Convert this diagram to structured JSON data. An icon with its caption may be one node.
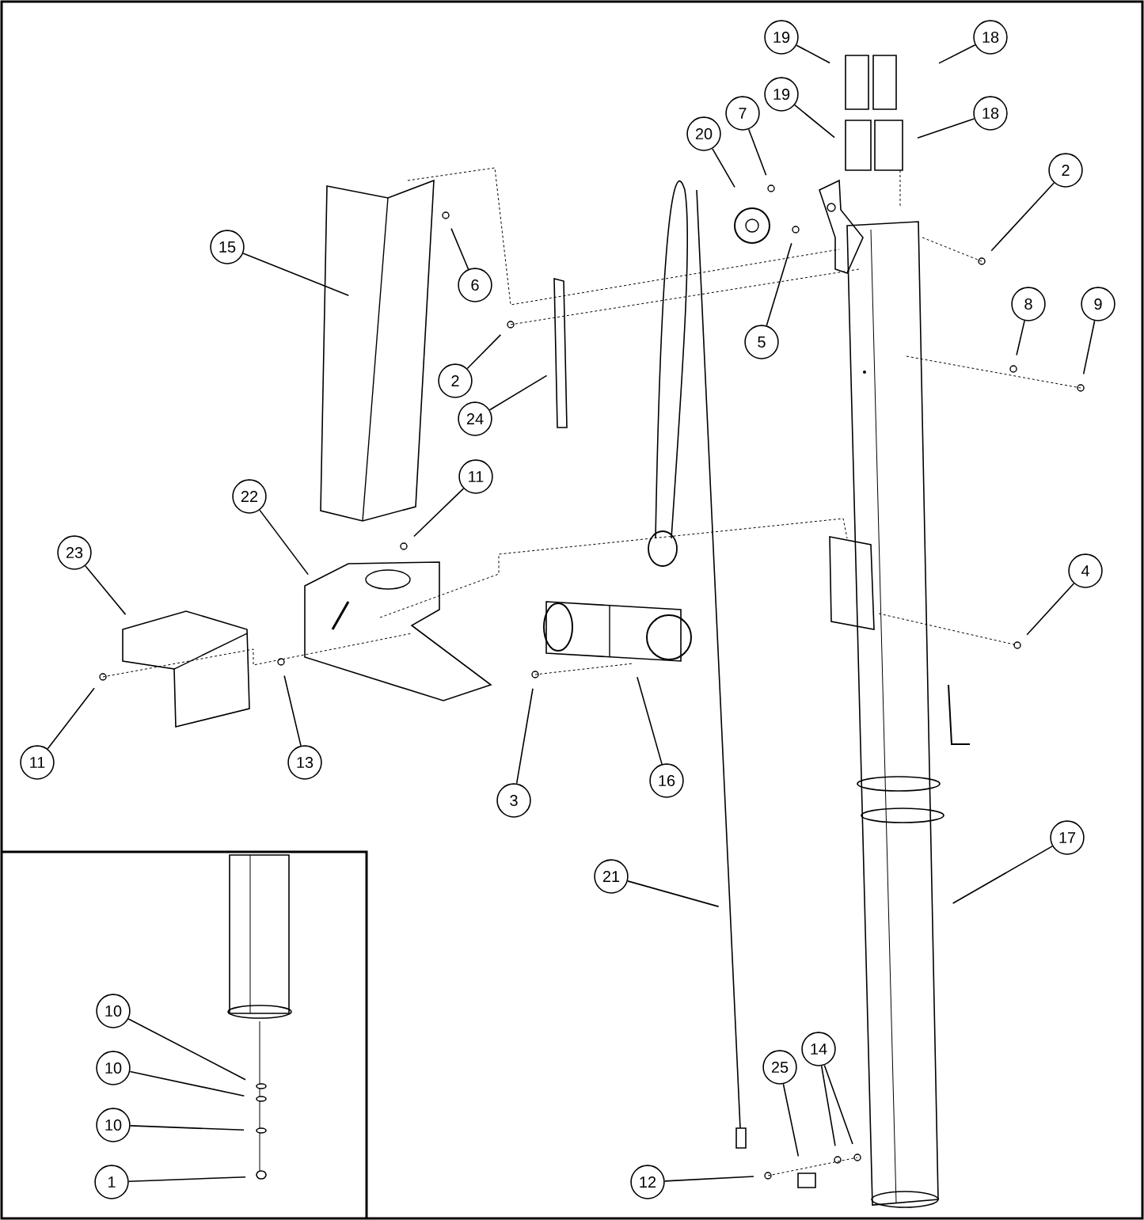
{
  "diagram": {
    "nodes": [
      {
        "text": [
          "19"
        ]
      },
      {
        "text": [
          "18"
        ]
      },
      {
        "text": [
          "19"
        ]
      },
      {
        "text": [
          "18"
        ]
      },
      {
        "text": [
          "20"
        ]
      },
      {
        "text": [
          "7"
        ]
      },
      {
        "text": [
          "2"
        ]
      },
      {
        "text": [
          "15"
        ]
      },
      {
        "text": [
          "6"
        ]
      },
      {
        "text": [
          "5"
        ]
      },
      {
        "text": [
          "8"
        ]
      },
      {
        "text": [
          "9"
        ]
      },
      {
        "text": [
          "2"
        ]
      },
      {
        "text": [
          "24"
        ]
      },
      {
        "text": [
          "11"
        ]
      },
      {
        "text": [
          "22"
        ]
      },
      {
        "text": [
          "23"
        ]
      },
      {
        "text": [
          "4"
        ]
      },
      {
        "text": [
          "11"
        ]
      },
      {
        "text": [
          "13"
        ]
      },
      {
        "text": [
          "3"
        ]
      },
      {
        "text": [
          "16"
        ]
      },
      {
        "text": [
          "17"
        ]
      },
      {
        "text": [
          "21"
        ]
      },
      {
        "text": [
          "10"
        ]
      },
      {
        "text": [
          "10"
        ]
      },
      {
        "text": [
          "10"
        ]
      },
      {
        "text": [
          "1"
        ]
      },
      {
        "text": [
          "25"
        ]
      },
      {
        "text": [
          "14"
        ]
      },
      {
        "text": [
          "12"
        ]
      }
    ],
    "edges": [
      {
        "from": 0,
        "to": null,
        "arrow": "none"
      },
      {
        "from": 1,
        "to": null,
        "arrow": "none"
      },
      {
        "from": 2,
        "to": null,
        "arrow": "none"
      },
      {
        "from": 3,
        "to": null,
        "arrow": "none"
      },
      {
        "from": 4,
        "to": null,
        "arrow": "none"
      },
      {
        "from": 5,
        "to": null,
        "arrow": "none"
      },
      {
        "from": 6,
        "to": null,
        "arrow": "none"
      },
      {
        "from": 7,
        "to": null,
        "arrow": "none"
      },
      {
        "from": 8,
        "to": null,
        "arrow": "none"
      },
      {
        "from": 9,
        "to": null,
        "arrow": "none"
      },
      {
        "from": 10,
        "to": null,
        "arrow": "none"
      },
      {
        "from": 11,
        "to": null,
        "arrow": "none"
      },
      {
        "from": 12,
        "to": null,
        "arrow": "none"
      },
      {
        "from": 13,
        "to": null,
        "arrow": "none"
      },
      {
        "from": 14,
        "to": null,
        "arrow": "none"
      },
      {
        "from": 15,
        "to": null,
        "arrow": "none"
      },
      {
        "from": 16,
        "to": null,
        "arrow": "none"
      },
      {
        "from": 17,
        "to": null,
        "arrow": "none"
      },
      {
        "from": 18,
        "to": null,
        "arrow": "none"
      },
      {
        "from": 19,
        "to": null,
        "arrow": "none"
      },
      {
        "from": 20,
        "to": null,
        "arrow": "none"
      },
      {
        "from": 21,
        "to": null,
        "arrow": "none"
      },
      {
        "from": 22,
        "to": null,
        "arrow": "none"
      },
      {
        "from": 23,
        "to": null,
        "arrow": "none"
      },
      {
        "from": 24,
        "to": null,
        "arrow": "none"
      },
      {
        "from": 25,
        "to": null,
        "arrow": "none"
      },
      {
        "from": 26,
        "to": null,
        "arrow": "none"
      },
      {
        "from": 27,
        "to": null,
        "arrow": "none"
      },
      {
        "from": 28,
        "to": null,
        "arrow": "none"
      },
      {
        "from": 29,
        "to": null,
        "arrow": "none"
      },
      {
        "from": 29,
        "to": null,
        "arrow": "none"
      },
      {
        "from": 30,
        "to": null,
        "arrow": "none"
      }
    ]
  }
}
